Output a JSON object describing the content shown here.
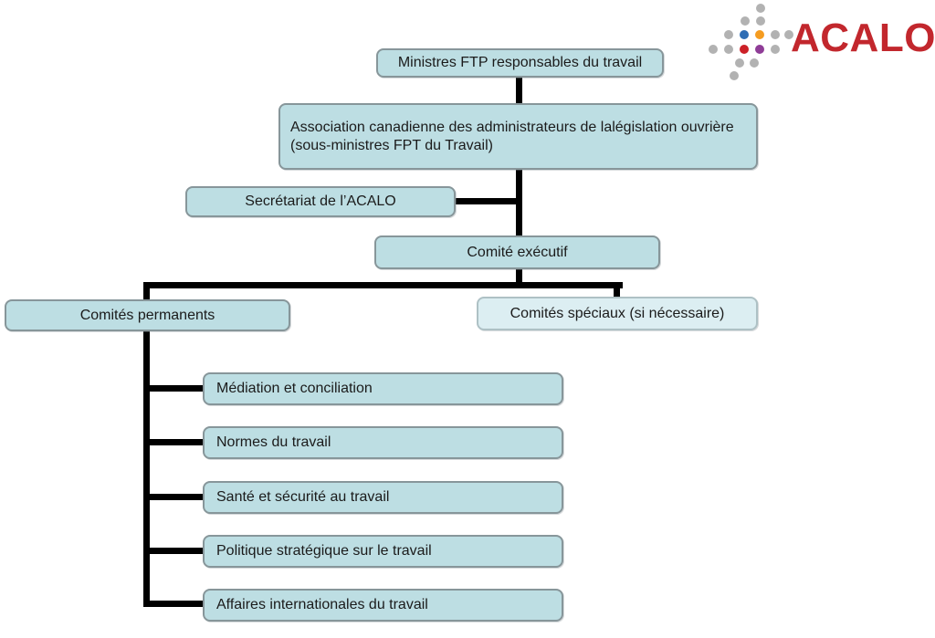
{
  "colors": {
    "background": "#ffffff",
    "box_fill": "#bddee3",
    "box_border": "#87969a",
    "special_fill": "#dceef2",
    "special_border": "#aec1c5",
    "connector": "#000000",
    "text": "#1b1b1b"
  },
  "logo": {
    "text": "ACALO",
    "text_color": "#c2272d",
    "dot_colors": {
      "gray": "#b2b2b2",
      "blue": "#2e6db4",
      "orange": "#f59c20",
      "red": "#cc2027",
      "purple": "#8f3d97"
    }
  },
  "org_chart": {
    "ministers": {
      "label": "Ministres FTP responsables du travail"
    },
    "association": {
      "label_line1": "Association canadienne des administrateurs de lalégislation ouvrière",
      "label_line2": "(sous-ministres FPT du Travail)"
    },
    "secretariat": {
      "label": "Secrétariat de l’ACALO"
    },
    "executive": {
      "label": "Comité exécutif"
    },
    "standing_committees": {
      "label": "Comités permanents",
      "children": [
        "Médiation et conciliation",
        "Normes du travail",
        "Santé et sécurité au travail",
        "Politique stratégique sur le travail",
        "Affaires internationales du travail"
      ]
    },
    "special_committees": {
      "label": "Comités spéciaux (si nécessaire)"
    }
  }
}
